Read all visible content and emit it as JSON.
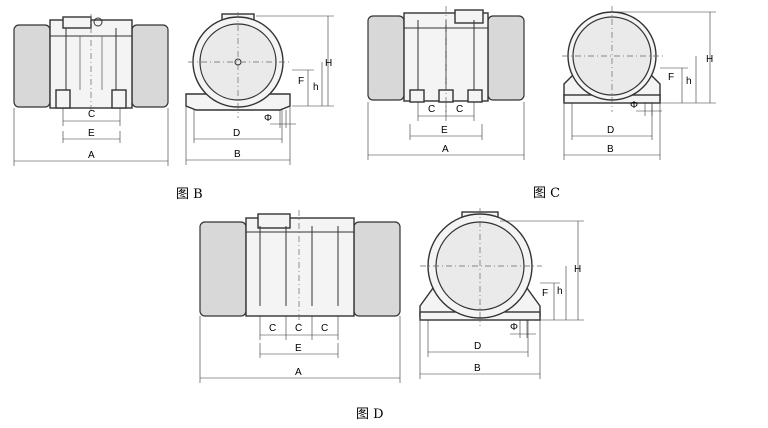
{
  "figures": [
    {
      "id": "B",
      "caption": "图 B",
      "side_view_labels": {
        "spacing": "C",
        "span": "E",
        "overall": "A"
      },
      "end_view_labels": {
        "height": "H",
        "foot_height": "F",
        "center_height": "h",
        "hole": "Φ",
        "inner": "D",
        "base": "B"
      }
    },
    {
      "id": "C",
      "caption": "图 C",
      "side_view_labels": {
        "spacing_1": "C",
        "spacing_2": "C",
        "span": "E",
        "overall": "A"
      },
      "end_view_labels": {
        "height": "H",
        "foot_height": "F",
        "center_height": "h",
        "hole": "Φ",
        "inner": "D",
        "base": "B"
      }
    },
    {
      "id": "D",
      "caption": "图 D",
      "side_view_labels": {
        "spacing_1": "C",
        "spacing_2": "C",
        "spacing_3": "C",
        "span": "E",
        "overall": "A"
      },
      "end_view_labels": {
        "height": "H",
        "foot_height": "F",
        "center_height": "h",
        "hole": "Φ",
        "inner": "D",
        "base": "B"
      }
    }
  ]
}
